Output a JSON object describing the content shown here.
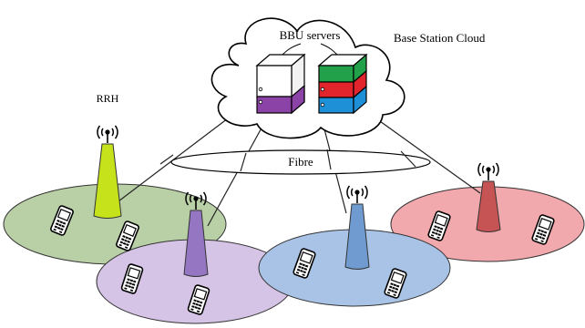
{
  "labels": {
    "bbu_servers": "BBU servers",
    "base_station_cloud": "Base Station Cloud",
    "rrh": "RRH",
    "fibre": "Fibre"
  },
  "colors": {
    "cell_green": "#b9cfa6",
    "cell_purple": "#d6c4e6",
    "cell_blue": "#a9c3e6",
    "cell_red": "#f2a9ad",
    "tower_green": "#c6e21a",
    "tower_purple": "#9476c2",
    "tower_blue": "#6f9bd1",
    "tower_red": "#c75454",
    "server_purple": "#8c43a8",
    "server_green": "#22a04a",
    "server_red": "#e2242c",
    "server_blue": "#1e90d8"
  },
  "cells": [
    {
      "name": "green-cell",
      "color_key": "cell_green",
      "tower_color_key": "tower_green",
      "phones": 2
    },
    {
      "name": "purple-cell",
      "color_key": "cell_purple",
      "tower_color_key": "tower_purple",
      "phones": 2
    },
    {
      "name": "blue-cell",
      "color_key": "cell_blue",
      "tower_color_key": "tower_blue",
      "phones": 2
    },
    {
      "name": "red-cell",
      "color_key": "cell_red",
      "tower_color_key": "tower_red",
      "phones": 2
    }
  ],
  "icons": {
    "antenna": "antenna-signal-icon",
    "phone": "mobile-phone-icon",
    "server": "server-icon",
    "cloud": "cloud-icon"
  }
}
